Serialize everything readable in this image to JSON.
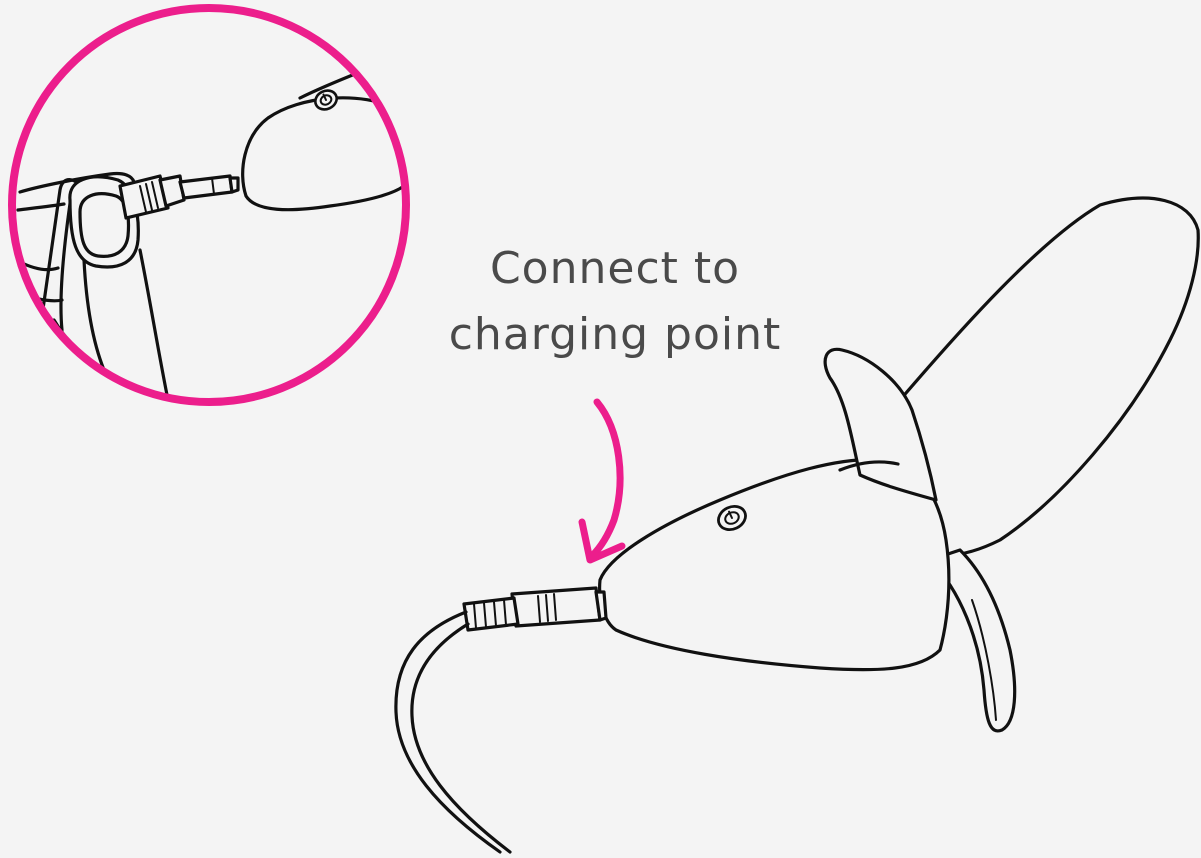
{
  "instruction": {
    "line1": "Connect to",
    "line2": "charging point"
  },
  "colors": {
    "accent": "#ec1e8c",
    "text": "#4a4a4a",
    "ink": "#111111",
    "background": "#f4f4f4"
  },
  "icons": [
    "power-icon",
    "magnify-circle",
    "arrow"
  ]
}
